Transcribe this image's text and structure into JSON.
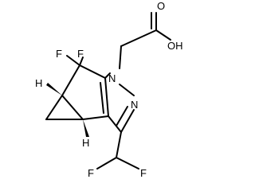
{
  "molecule": {
    "atoms": {
      "f_top_left": "F",
      "f_top_right": "F",
      "n1": "N",
      "n2": "N",
      "carbonyl_o": "O",
      "hydroxyl": "OH",
      "h_stereo_left": "H",
      "h_stereo_bottom": "H",
      "f_bottom_left": "F",
      "f_bottom_right": "F"
    }
  }
}
